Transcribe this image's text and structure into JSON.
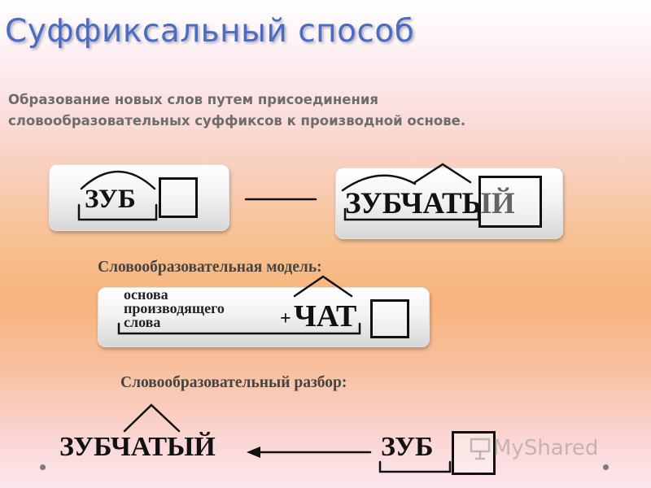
{
  "slide": {
    "title": "Суффиксальный способ",
    "definition_line1": "Образование новых слов путем присоединения",
    "definition_line2": "словообразовательных суффиксов к производной основе."
  },
  "example": {
    "source_word": "ЗУБ",
    "derived_word": "ЗУБЧАТЫЙ"
  },
  "model": {
    "heading": "Словообразовательная модель:",
    "base_line1": "основа",
    "base_line2": "производящего",
    "base_line3": "слова",
    "plus": "+",
    "suffix": "ЧАТ"
  },
  "analysis": {
    "heading": "Словообразовательный разбор:",
    "derived_word": "ЗУБЧАТЫЙ",
    "source_word": "ЗУБ"
  },
  "watermark": {
    "text": "MyShared"
  },
  "colors": {
    "title": "#4b6cc4",
    "subtitle": "#6d6d6d",
    "marks": "#111111"
  }
}
